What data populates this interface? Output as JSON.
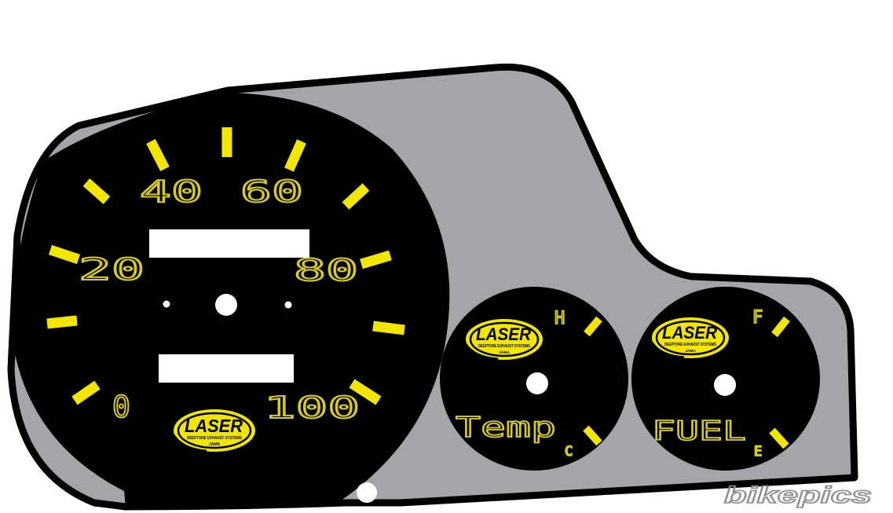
{
  "colors": {
    "panel_fill": "#a3a5a8",
    "outline": "#000000",
    "dial": "#000000",
    "accent": "#f2e600",
    "label": "#d8cc1a",
    "window": "#ffffff"
  },
  "speedometer": {
    "scale": [
      "0",
      "20",
      "40",
      "60",
      "80",
      "100"
    ],
    "logo": {
      "brand": "LASER",
      "tagline": "DEEPTONE EXHAUST SYSTEMS",
      "mark": "JAMA"
    }
  },
  "temp_gauge": {
    "title": "Temp",
    "high_mark": "H",
    "low_mark": "C",
    "logo": {
      "brand": "LASER",
      "tagline": "DEEPTONE EXHAUST SYSTEMS",
      "mark": "JAMA"
    }
  },
  "fuel_gauge": {
    "title": "FUEL",
    "full_mark": "F",
    "empty_mark": "E",
    "logo": {
      "brand": "LASER",
      "tagline": "DEEPTONE EXHAUST SYSTEMS",
      "mark": "JAMA"
    }
  },
  "watermark": "bikepics",
  "icons": {
    "logo": "laser-logo-icon",
    "pivot": "needle-pivot-icon",
    "mount": "mounting-hole-icon"
  }
}
